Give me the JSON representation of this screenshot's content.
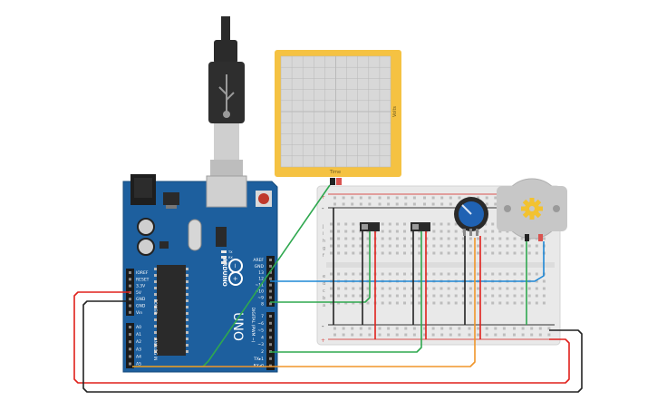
{
  "arduino": {
    "board_name": "UNO",
    "brand_text": "ARDUINO",
    "digital_label": "DIGITAL (PWM ~)",
    "power_label": "POWER",
    "analog_label": "ANALOG IN",
    "header_pins_top": [
      "AREF",
      "GND",
      "13",
      "12",
      "~11",
      "~10",
      "~9",
      "8"
    ],
    "header_pins_bottom": [
      "7",
      "~6",
      "~5",
      "4",
      "~3",
      "2",
      "TX▸1",
      "RX◂0"
    ],
    "power_pins": [
      "IOREF",
      "RESET",
      "3.3V",
      "5V",
      "GND",
      "GND",
      "Vin"
    ],
    "analog_pins": [
      "A0",
      "A1",
      "A2",
      "A3",
      "A4",
      "A5"
    ],
    "led_labels": [
      "TX",
      "RX",
      "L"
    ],
    "colors": {
      "board": "#1d5f9e",
      "board_edge": "#164b7c",
      "silkscreen": "#ffffff"
    }
  },
  "oscilloscope": {
    "y_label": "Volts",
    "x_label": "Time",
    "colors": {
      "frame": "#f5c242",
      "screen": "#d8d8d8",
      "grid": "#b9b9b9"
    }
  },
  "breadboard": {
    "row_letters_top": [
      "j",
      "i",
      "h",
      "g",
      "f"
    ],
    "row_letters_bottom": [
      "e",
      "d",
      "c",
      "b",
      "a"
    ],
    "rail_plus": "+",
    "rail_minus": "-",
    "colors": {
      "body": "#e9e9e9",
      "hole": "#bdbdbd",
      "rail_red": "#d9534f",
      "rail_black": "#333333"
    }
  },
  "wires": {
    "colors": {
      "red": "#e0201b",
      "black": "#222222",
      "green": "#2fa84f",
      "orange": "#f0952a",
      "blue": "#1e88d6"
    }
  },
  "usb_cable": {
    "colors": {
      "plug": "#2b2b2b",
      "metal": "#cfcfcf"
    }
  },
  "motor": {
    "colors": {
      "body": "#c7c7c7",
      "gear": "#f2c230"
    }
  },
  "potentiometer": {
    "colors": {
      "knob": "#1f62b3",
      "base": "#2a2a2a"
    }
  }
}
